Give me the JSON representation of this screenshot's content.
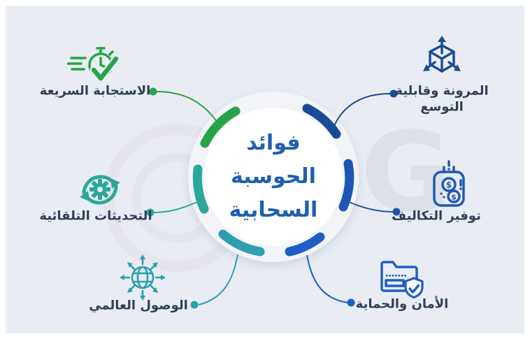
{
  "title": {
    "line1": "فوائد",
    "line2": "الحوسبة",
    "line3": "السحابية"
  },
  "items": [
    {
      "id": "fast-response",
      "label": "الاستجابة السريعة",
      "icon": "stopwatch-check-icon",
      "color": "#27a348"
    },
    {
      "id": "scalability",
      "label": "المرونة وقابلية التوسع",
      "icon": "cube-expand-icon",
      "color": "#1a4b96"
    },
    {
      "id": "auto-updates",
      "label": "التحديثات التلقائية",
      "icon": "gear-refresh-icon",
      "color": "#2aa79b"
    },
    {
      "id": "cost-saving",
      "label": "توفير التكاليف",
      "icon": "money-savings-icon",
      "color": "#1d56b4"
    },
    {
      "id": "global-access",
      "label": "الوصول العالمي",
      "icon": "globe-arrows-icon",
      "color": "#2d9fae"
    },
    {
      "id": "security",
      "label": "الأمان والحماية",
      "icon": "folder-shield-icon",
      "color": "#1e5ec4"
    }
  ],
  "icons": {
    "dollar_symbol": "$"
  },
  "watermark": {
    "letter": "G"
  },
  "colors": {
    "green": "#27a348",
    "teal": "#2aa79b",
    "cyan": "#2d9fae",
    "navy": "#1a4b96",
    "blue": "#1d56b4",
    "royal": "#1e5ec4",
    "title_blue": "#1f5fad",
    "label_text": "#323e58",
    "bg": "#e9edf3"
  }
}
